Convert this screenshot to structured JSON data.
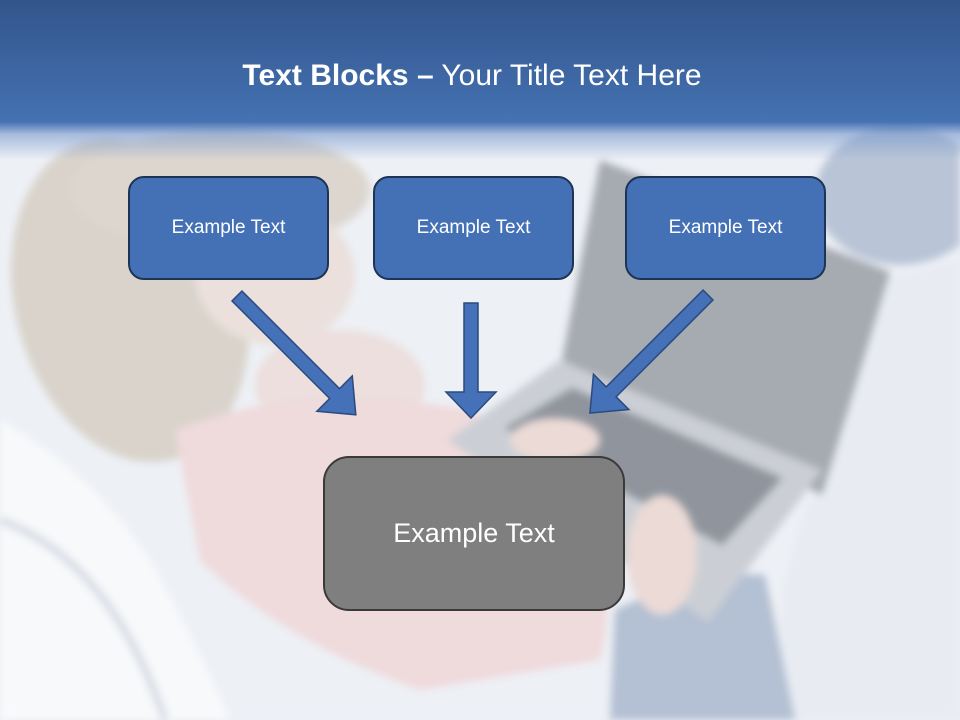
{
  "title": {
    "bold": "Text Blocks",
    "separator": "–",
    "text": "Your Title Text Here"
  },
  "top_blocks": [
    {
      "label": "Example Text"
    },
    {
      "label": "Example Text"
    },
    {
      "label": "Example Text"
    }
  ],
  "bottom_block": {
    "label": "Example Text"
  },
  "colors": {
    "header_top": "#33558c",
    "header_bottom": "#4472b2",
    "block_fill": "#4471b6",
    "block_border": "#1e3456",
    "arrow_fill": "#4471b8",
    "arrow_border": "#2b4a7e",
    "bottom_block_fill": "#7f7f7f",
    "bottom_block_border": "#3a3a3a"
  }
}
